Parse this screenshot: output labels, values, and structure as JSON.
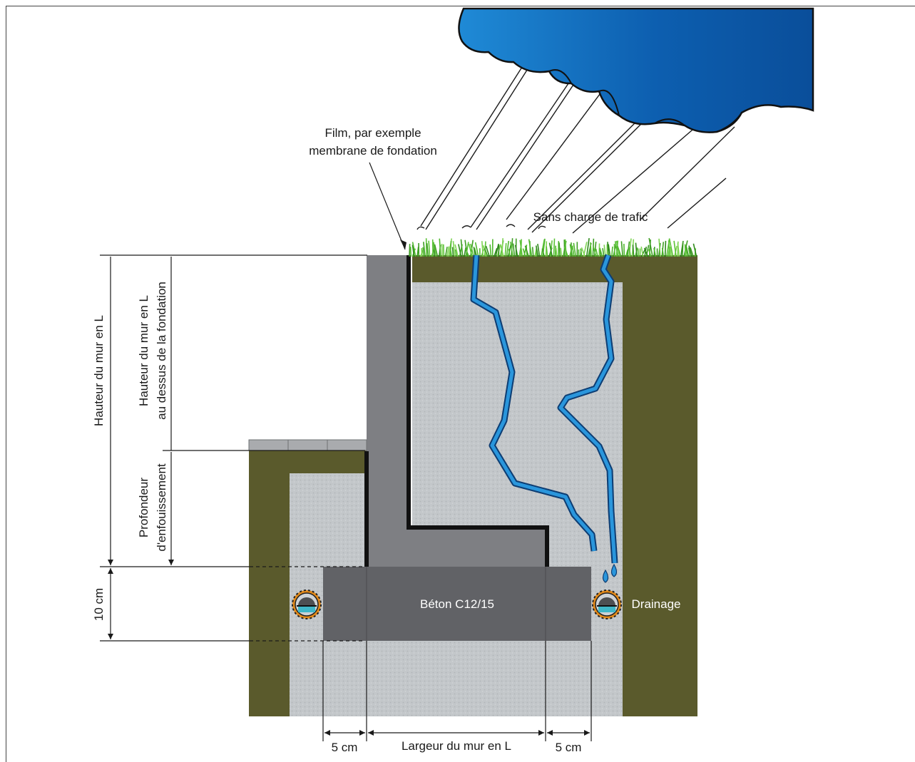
{
  "labels": {
    "film_line1": "Film, par exemple",
    "film_line2": "membrane de fondation",
    "traffic": "Sans charge de trafic",
    "total_height": "Hauteur du mur en L",
    "above_line1": "Hauteur du mur en L",
    "above_line2": "au dessus de la fondation",
    "depth_line1": "Profondeur",
    "depth_line2": "d'enfouissement",
    "ten_cm": "10 cm",
    "concrete": "Béton C12/15",
    "drainage": "Drainage",
    "left_gap": "5 cm",
    "width": "Largeur du mur en L",
    "right_gap": "5 cm"
  },
  "icons": {
    "cloud": "rain-cloud-icon",
    "drain_pipe": "drain-pipe-icon"
  },
  "colors": {
    "soil": "#5a5a2c",
    "gravel": "#c5c9cc",
    "wall": "#7e7f83",
    "footing": "#616266",
    "membrane": "#111111",
    "cloud_dark": "#0a4e9a",
    "cloud_light": "#1f8ad6",
    "water": "#2a96dc",
    "grass": "#4fb82e",
    "paving": "#a9abae"
  }
}
